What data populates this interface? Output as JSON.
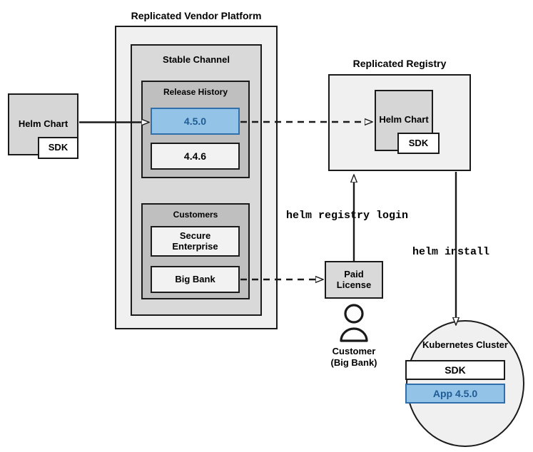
{
  "diagram": {
    "title_vendor_platform": "Replicated Vendor Platform",
    "title_registry": "Replicated Registry",
    "channel_label": "Stable Channel",
    "release_history_label": "Release History",
    "customers_label": "Customers",
    "cluster_label": "Kubernetes Cluster"
  },
  "source_chart": {
    "name": "Helm Chart",
    "sdk": "SDK"
  },
  "releases": [
    {
      "version": "4.5.0",
      "highlighted": true
    },
    {
      "version": "4.4.6",
      "highlighted": false
    }
  ],
  "customers": [
    {
      "name": "Secure Enterprise"
    },
    {
      "name": "Big Bank"
    }
  ],
  "registry": {
    "chart_name": "Helm Chart",
    "sdk": "SDK"
  },
  "license": {
    "line1": "Paid",
    "line2": "License"
  },
  "customer_actor": {
    "line1": "Customer",
    "line2": "(Big Bank)",
    "icon": "person-icon"
  },
  "cluster": {
    "label": "Kubernetes Cluster",
    "sdk": "SDK",
    "app": "App 4.5.0"
  },
  "commands": {
    "registry_login": "helm registry login",
    "install": "helm install"
  },
  "colors": {
    "highlight_fill": "#93c3e6",
    "highlight_border": "#2f6fab",
    "highlight_text": "#1f5c96",
    "stroke": "#1a1a1a",
    "platform_fill": "#f0f0f0",
    "channel_fill": "#d9d9d9",
    "group_fill": "#bfbfbf",
    "item_fill": "#f2f2f2",
    "chart_fill": "#d6d6d6"
  }
}
